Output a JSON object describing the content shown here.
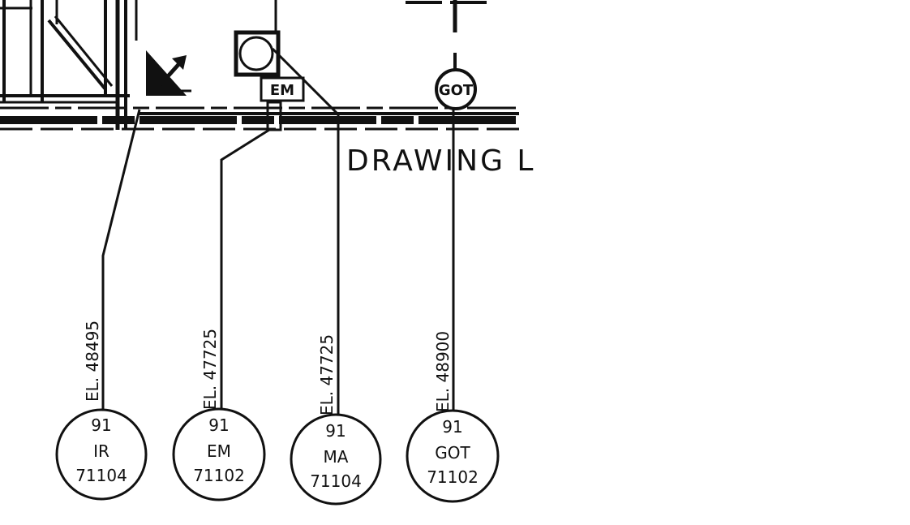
{
  "drawing_label": "DRAWING L",
  "tags": {
    "em_box": "EM",
    "got_circle": "GOT"
  },
  "callouts": [
    {
      "elevation": "EL. 48495",
      "line1": "91",
      "line2": "IR",
      "line3": "71104"
    },
    {
      "elevation": "EL. 47725",
      "line1": "91",
      "line2": "EM",
      "line3": "71102"
    },
    {
      "elevation": "EL. 47725",
      "line1": "91",
      "line2": "MA",
      "line3": "71104"
    },
    {
      "elevation": "EL. 48900",
      "line1": "91",
      "line2": "GOT",
      "line3": "71102"
    }
  ],
  "colors": {
    "ink": "#111111",
    "paper": "#ffffff"
  }
}
